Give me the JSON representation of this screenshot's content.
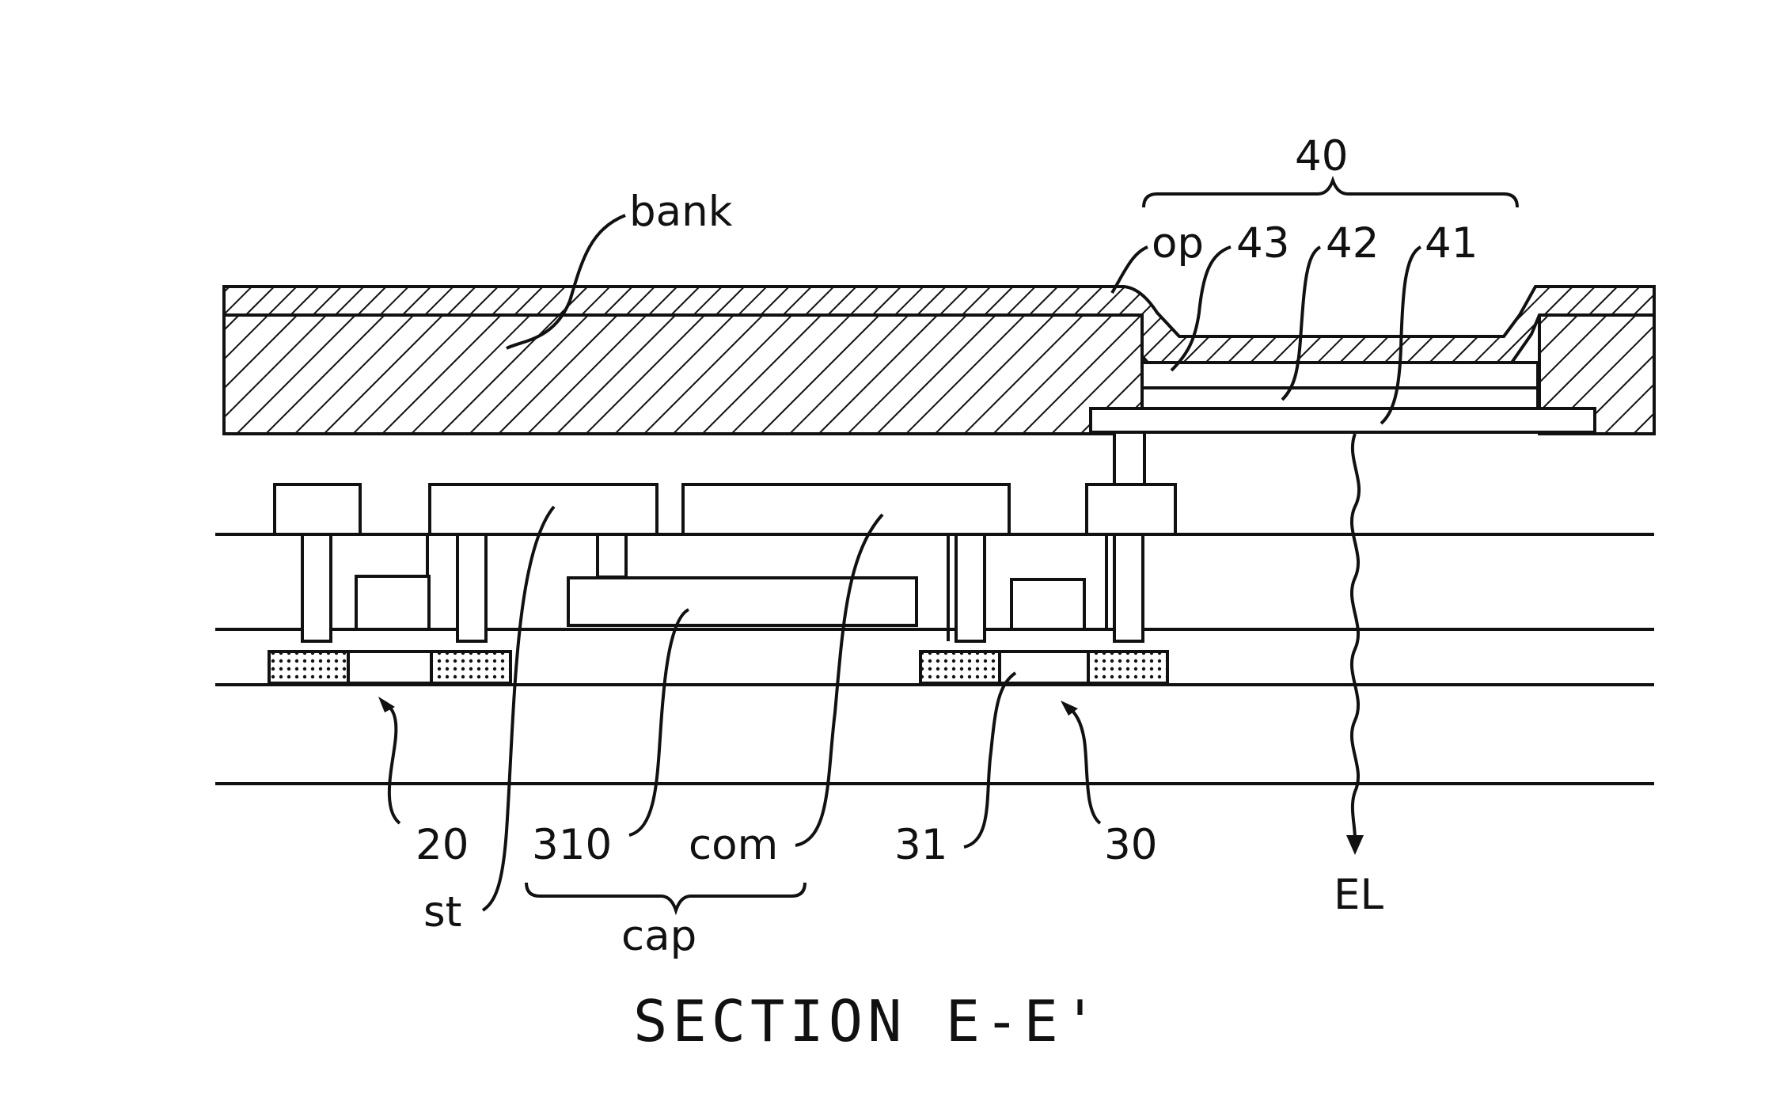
{
  "figure": {
    "caption": "SECTION E-E'",
    "labels": {
      "group_40": "40",
      "bank": "bank",
      "op": "op",
      "layer_43": "43",
      "layer_42": "42",
      "layer_41": "41",
      "ref_20": "20",
      "st": "st",
      "ref_310": "310",
      "com": "com",
      "cap": "cap",
      "ref_31": "31",
      "ref_30": "30",
      "el": "EL"
    }
  }
}
